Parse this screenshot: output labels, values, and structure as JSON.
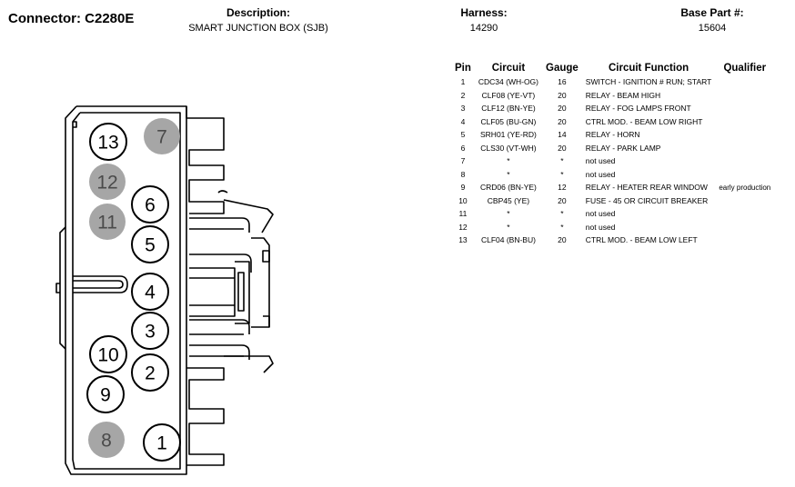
{
  "header": {
    "connector_label": "Connector: C2280E",
    "description_label": "Description:",
    "description_value": "SMART JUNCTION BOX (SJB)",
    "harness_label": "Harness:",
    "harness_value": "14290",
    "base_part_label": "Base Part #:",
    "base_part_value": "15604"
  },
  "table": {
    "headers": [
      "Pin",
      "Circuit",
      "Gauge",
      "Circuit Function",
      "Qualifier"
    ],
    "rows": [
      {
        "pin": "1",
        "circuit": "CDC34 (WH-OG)",
        "gauge": "16",
        "function": "SWITCH - IGNITION # RUN; START",
        "qualifier": ""
      },
      {
        "pin": "2",
        "circuit": "CLF08 (YE-VT)",
        "gauge": "20",
        "function": "RELAY - BEAM HIGH",
        "qualifier": ""
      },
      {
        "pin": "3",
        "circuit": "CLF12 (BN-YE)",
        "gauge": "20",
        "function": "RELAY - FOG LAMPS FRONT",
        "qualifier": ""
      },
      {
        "pin": "4",
        "circuit": "CLF05 (BU-GN)",
        "gauge": "20",
        "function": "CTRL MOD. - BEAM LOW RIGHT",
        "qualifier": ""
      },
      {
        "pin": "5",
        "circuit": "SRH01 (YE-RD)",
        "gauge": "14",
        "function": "RELAY - HORN",
        "qualifier": ""
      },
      {
        "pin": "6",
        "circuit": "CLS30 (VT-WH)",
        "gauge": "20",
        "function": "RELAY - PARK LAMP",
        "qualifier": ""
      },
      {
        "pin": "7",
        "circuit": "*",
        "gauge": "*",
        "function": "not used",
        "qualifier": ""
      },
      {
        "pin": "8",
        "circuit": "*",
        "gauge": "*",
        "function": "not used",
        "qualifier": ""
      },
      {
        "pin": "9",
        "circuit": "CRD06 (BN-YE)",
        "gauge": "12",
        "function": "RELAY - HEATER REAR WINDOW",
        "qualifier": "early production"
      },
      {
        "pin": "10",
        "circuit": "CBP45 (YE)",
        "gauge": "20",
        "function": "FUSE - 45 OR CIRCUIT BREAKER",
        "qualifier": ""
      },
      {
        "pin": "11",
        "circuit": "*",
        "gauge": "*",
        "function": "not used",
        "qualifier": ""
      },
      {
        "pin": "12",
        "circuit": "*",
        "gauge": "*",
        "function": "not used",
        "qualifier": ""
      },
      {
        "pin": "13",
        "circuit": "CLF04 (BN-BU)",
        "gauge": "20",
        "function": "CTRL MOD. - BEAM LOW LEFT",
        "qualifier": ""
      }
    ]
  },
  "diagram": {
    "pins": [
      {
        "label": "13",
        "used": true
      },
      {
        "label": "7",
        "used": false
      },
      {
        "label": "12",
        "used": false
      },
      {
        "label": "6",
        "used": true
      },
      {
        "label": "11",
        "used": false
      },
      {
        "label": "5",
        "used": true
      },
      {
        "label": "4",
        "used": true
      },
      {
        "label": "3",
        "used": true
      },
      {
        "label": "10",
        "used": true
      },
      {
        "label": "2",
        "used": true
      },
      {
        "label": "9",
        "used": true
      },
      {
        "label": "8",
        "used": false
      },
      {
        "label": "1",
        "used": true
      }
    ],
    "colors": {
      "unused_fill": "#a6a6a6",
      "used_fill": "#ffffff",
      "stroke": "#000000"
    }
  }
}
